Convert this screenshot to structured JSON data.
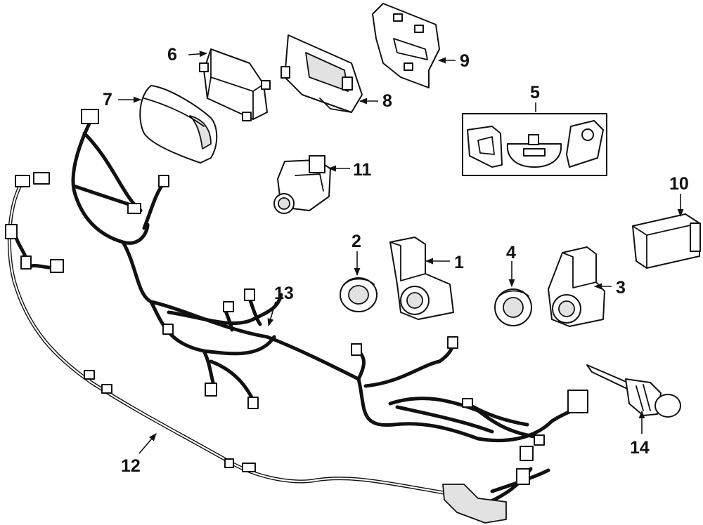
{
  "diagram": {
    "callouts": [
      {
        "id": "callout-1",
        "label": "1"
      },
      {
        "id": "callout-2",
        "label": "2"
      },
      {
        "id": "callout-3",
        "label": "3"
      },
      {
        "id": "callout-4",
        "label": "4"
      },
      {
        "id": "callout-5",
        "label": "5"
      },
      {
        "id": "callout-6",
        "label": "6"
      },
      {
        "id": "callout-7",
        "label": "7"
      },
      {
        "id": "callout-8",
        "label": "8"
      },
      {
        "id": "callout-9",
        "label": "9"
      },
      {
        "id": "callout-10",
        "label": "10"
      },
      {
        "id": "callout-11",
        "label": "11"
      },
      {
        "id": "callout-12",
        "label": "12"
      },
      {
        "id": "callout-13",
        "label": "13"
      },
      {
        "id": "callout-14",
        "label": "14"
      }
    ]
  }
}
